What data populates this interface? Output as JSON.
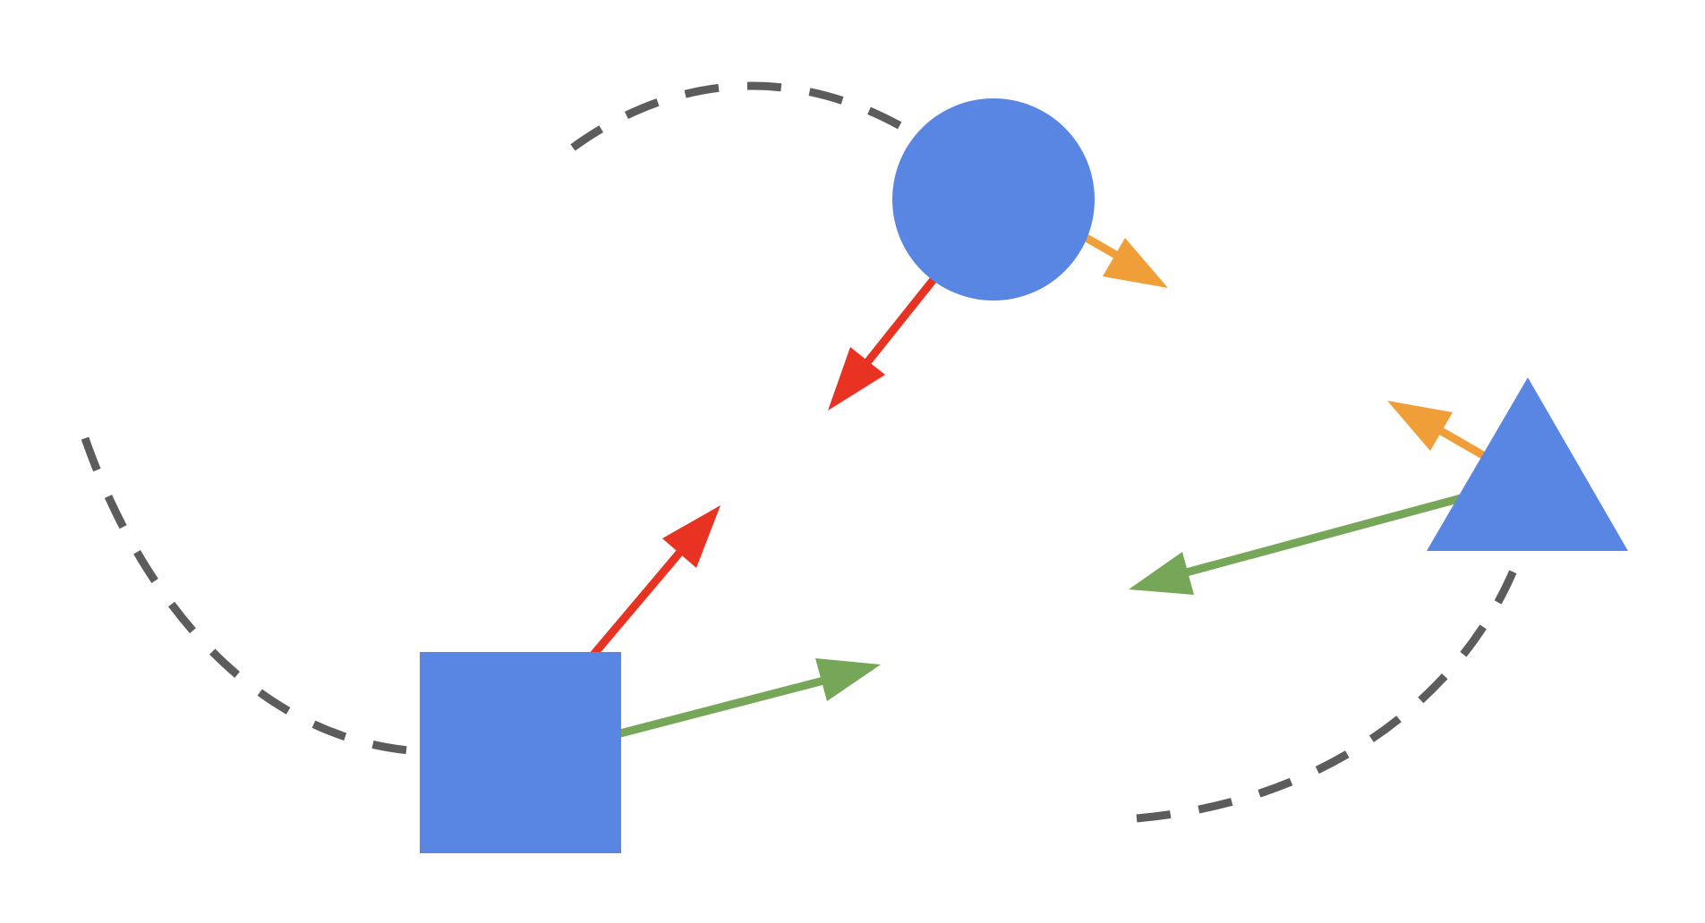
{
  "colors": {
    "background": "#ffffff",
    "shape_fill": "#5986e2",
    "path_dashed": "#5c5c5c",
    "arrow_red": "#e83323",
    "arrow_green": "#76a657",
    "arrow_orange": "#f09e38"
  },
  "shapes": [
    {
      "kind": "circle",
      "name": "circle-shape",
      "color": "shape_fill"
    },
    {
      "kind": "square",
      "name": "square-shape",
      "color": "shape_fill"
    },
    {
      "kind": "triangle",
      "name": "triangle-shape",
      "color": "shape_fill"
    }
  ],
  "paths": [
    {
      "name": "dashed-arc-top",
      "style": "dashed",
      "color": "path_dashed"
    },
    {
      "name": "dashed-arc-left",
      "style": "dashed",
      "color": "path_dashed"
    },
    {
      "name": "dashed-arc-right",
      "style": "dashed",
      "color": "path_dashed"
    }
  ],
  "arrows": [
    {
      "name": "circle-red-arrow",
      "color": "arrow_red"
    },
    {
      "name": "circle-orange-arrow",
      "color": "arrow_orange"
    },
    {
      "name": "square-red-arrow",
      "color": "arrow_red"
    },
    {
      "name": "square-green-arrow",
      "color": "arrow_green"
    },
    {
      "name": "triangle-green-arrow",
      "color": "arrow_green"
    },
    {
      "name": "triangle-orange-arrow",
      "color": "arrow_orange"
    }
  ]
}
